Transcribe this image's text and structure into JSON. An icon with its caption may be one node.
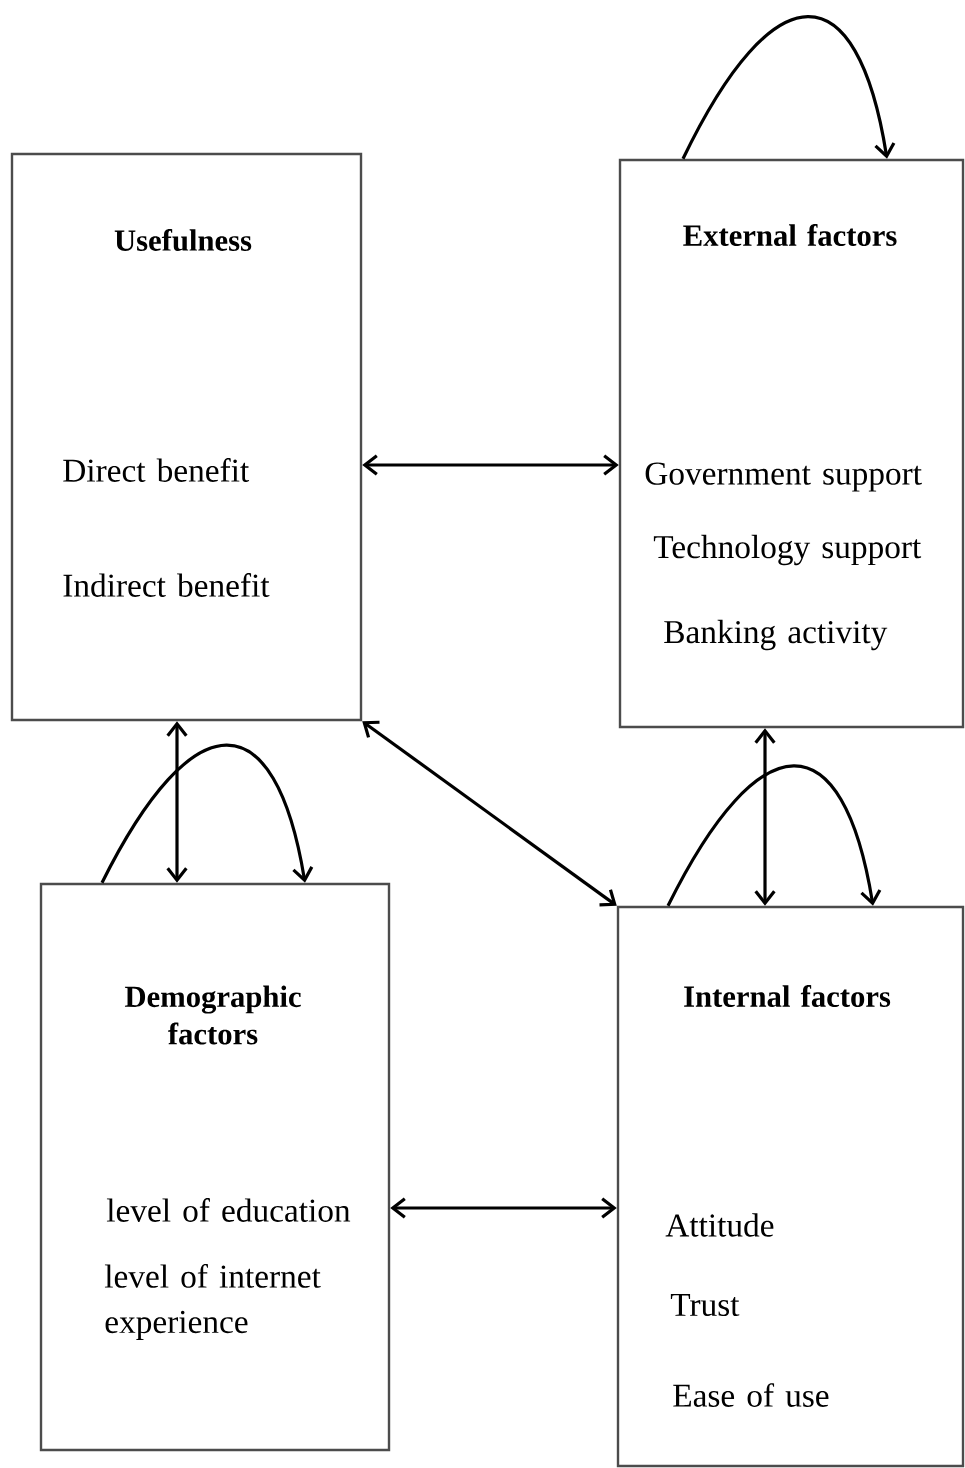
{
  "diagram": {
    "nodes": [
      {
        "text": [
          "Usefulness",
          "Direct benefit",
          "Indirect benefit"
        ]
      },
      {
        "text": [
          "External factors",
          "Government support",
          "Technology support",
          "Banking activity"
        ]
      },
      {
        "text": [
          "Demographic factors",
          "level of education",
          "level of internet experience"
        ]
      },
      {
        "text": [
          "Internal factors",
          "Attitude",
          "Trust",
          "Ease of use"
        ]
      }
    ],
    "edges": [
      {
        "from": 0,
        "to": 1,
        "arrow": "both"
      },
      {
        "from": 0,
        "to": 2,
        "arrow": "both"
      },
      {
        "from": 0,
        "to": 3,
        "arrow": "both"
      },
      {
        "from": 2,
        "to": 3,
        "arrow": "both"
      },
      {
        "from": 1,
        "to": 3,
        "arrow": "both"
      },
      {
        "from": 1,
        "to": 1,
        "arrow": "to"
      },
      {
        "from": 2,
        "to": 2,
        "arrow": "to"
      },
      {
        "from": 3,
        "to": 3,
        "arrow": "to"
      }
    ]
  }
}
